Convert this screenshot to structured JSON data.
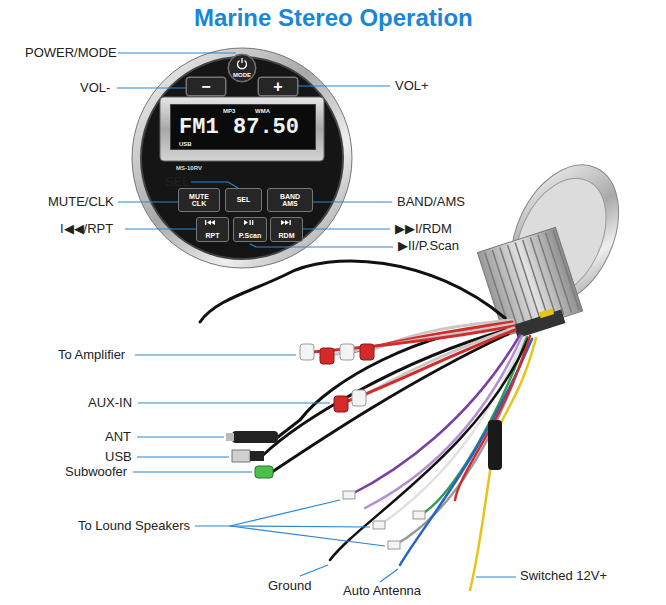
{
  "diagram": {
    "title": "Marine Stereo Operation",
    "nodes": [
      {
        "text": [
          "MP3",
          "WMA",
          "FM1",
          "87.50",
          "USB"
        ]
      },
      {
        "text": [
          "MODE"
        ]
      },
      {
        "text": [
          "−"
        ]
      },
      {
        "text": [
          "+"
        ]
      },
      {
        "text": [
          "MUTE CLK"
        ]
      },
      {
        "text": [
          "SEL"
        ]
      },
      {
        "text": [
          "BAND AMS"
        ]
      },
      {
        "text": [
          "RPT"
        ]
      },
      {
        "text": [
          "P.Scan"
        ]
      },
      {
        "text": [
          "RDM"
        ]
      }
    ],
    "labels": [
      "POWER/MODE",
      "VOL-",
      "VOL+",
      "SEL",
      "MUTE/CLK",
      "BAND/AMS",
      "I◀◀/RPT",
      "▶▶I/RDM",
      "▶II/P.Scan",
      "MS-10RV",
      "To Amplifier",
      "AUX-IN",
      "ANT",
      "USB",
      "Subwoofer",
      "To Lound Speakers",
      "Ground",
      "Auto Antenna",
      "Switched 12V+"
    ]
  }
}
